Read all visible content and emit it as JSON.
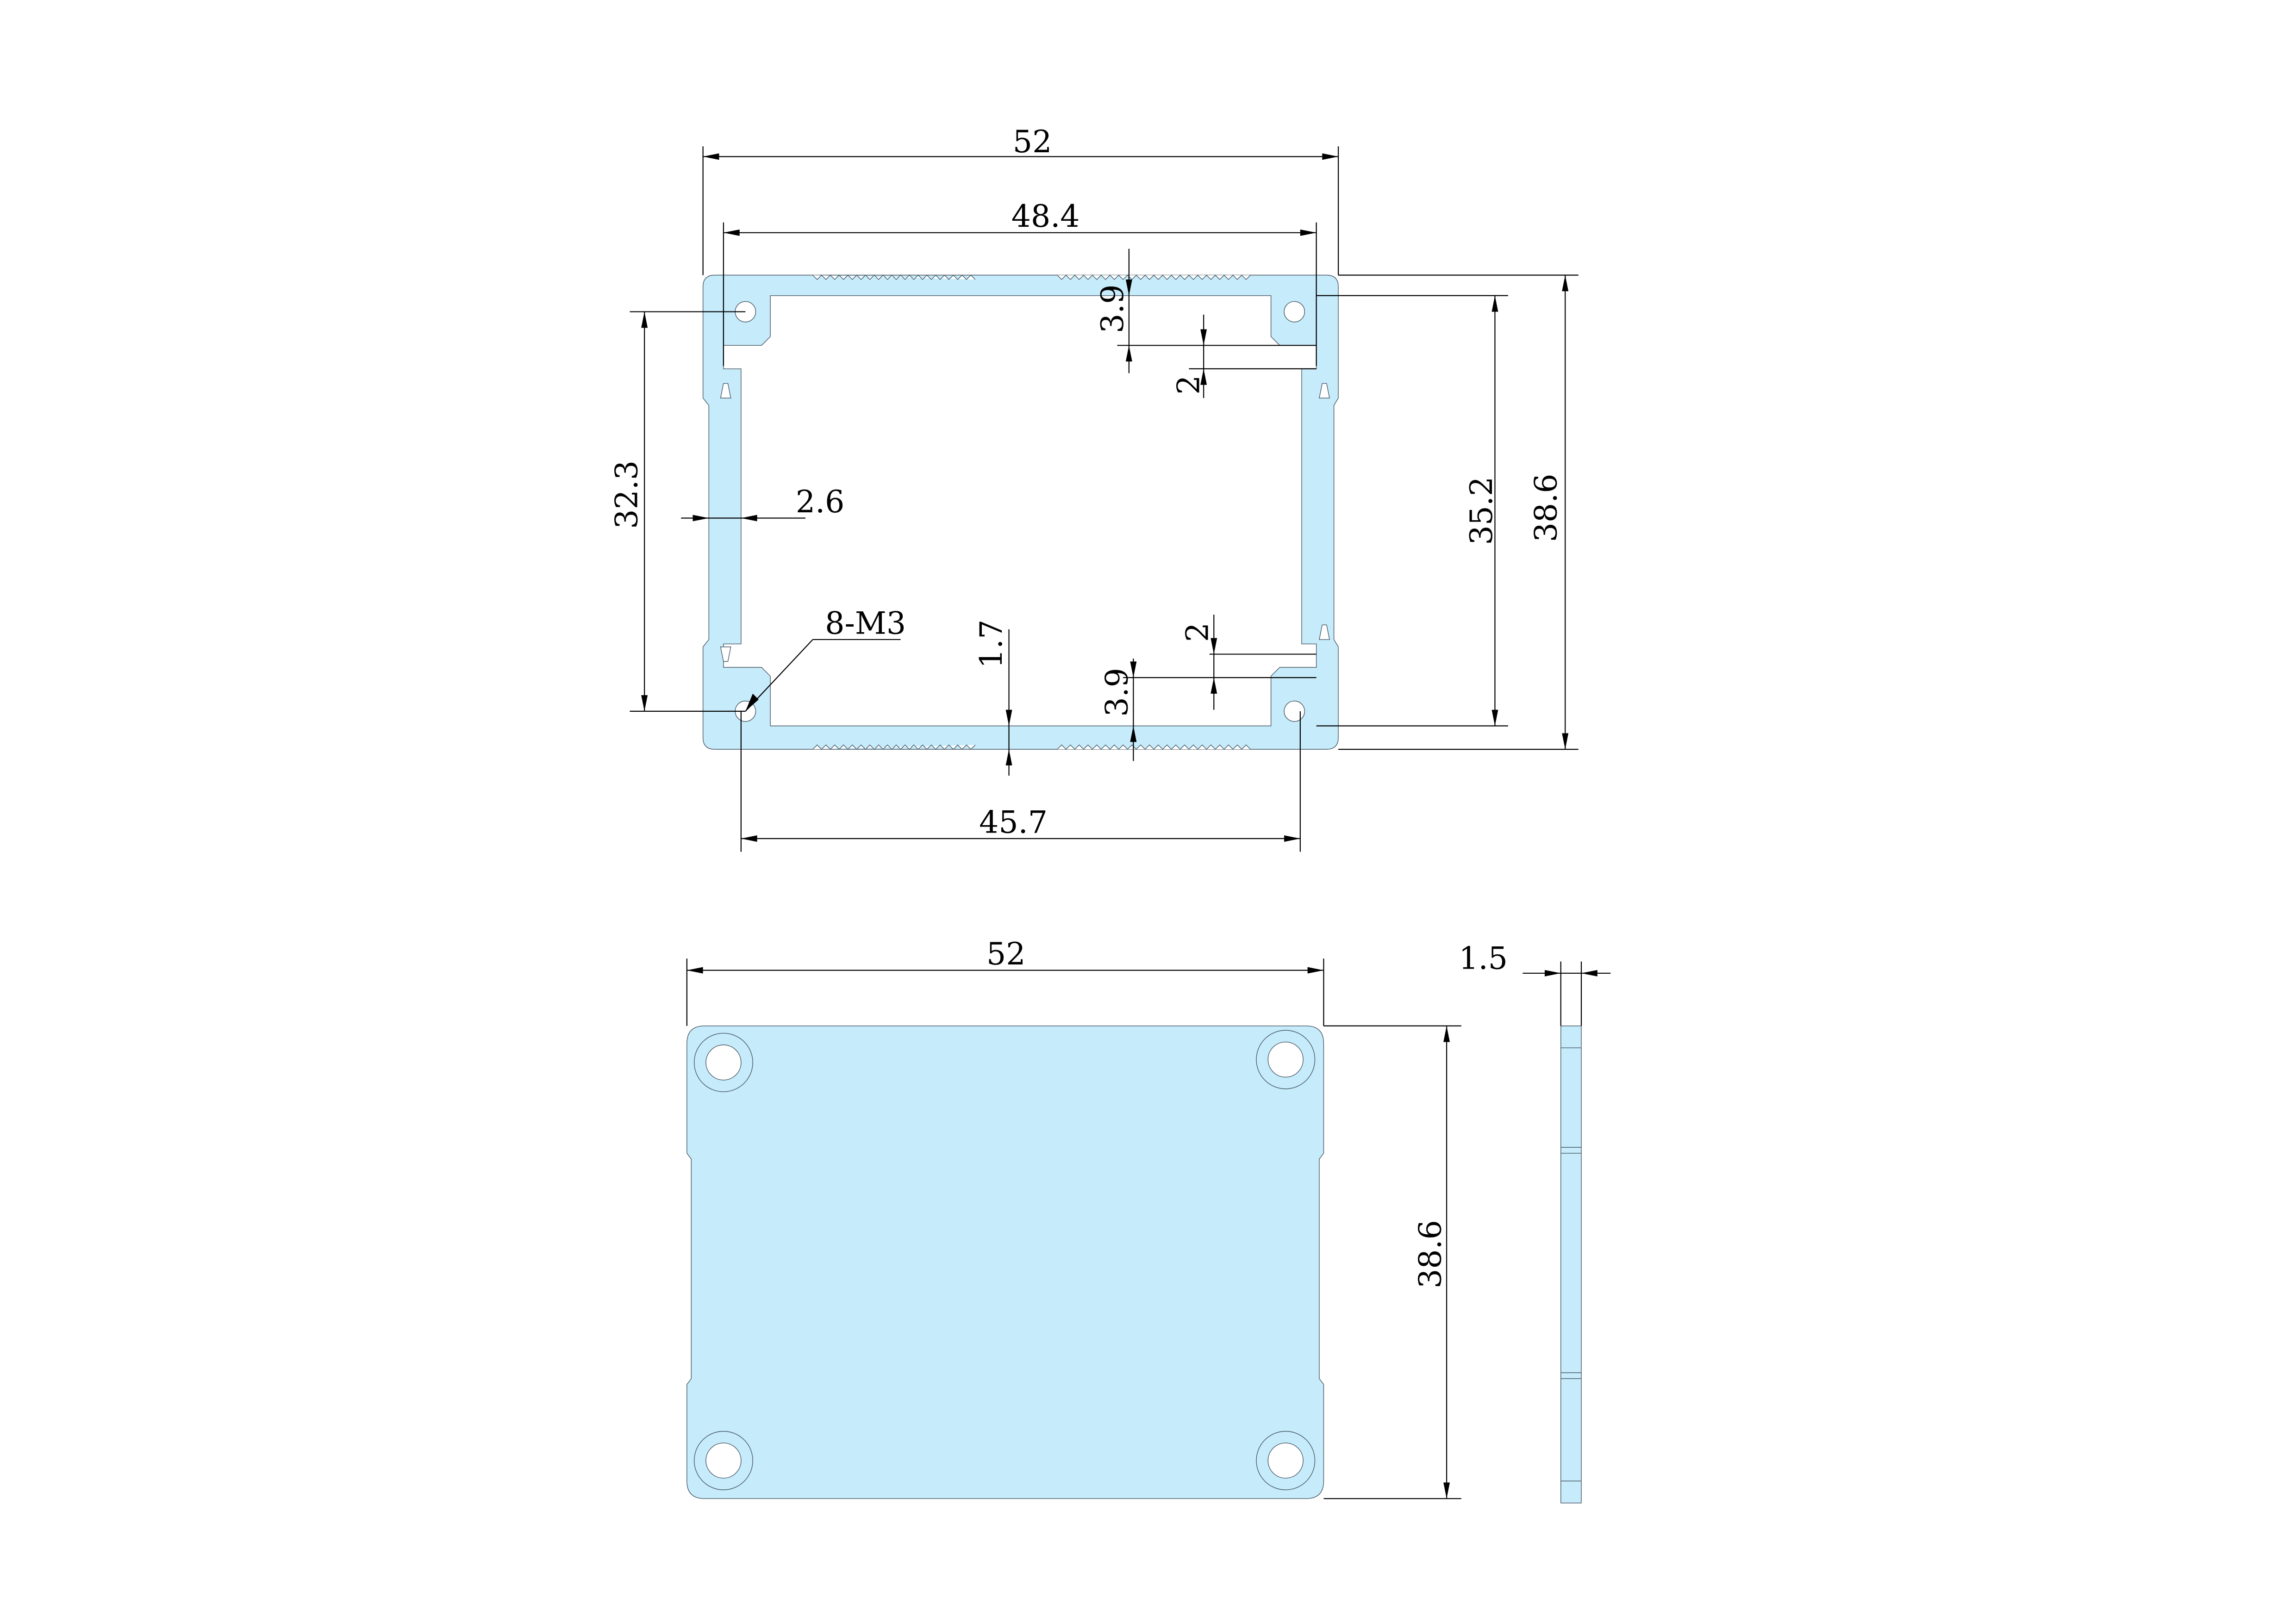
{
  "drawing": {
    "fill_color": "#c6ebfb",
    "line_color": "#000000",
    "profile": {
      "width": "52",
      "inner_width": "48.4",
      "top_slot_depth": "3.9",
      "top_slot_gap": "2",
      "inner_height": "35.2",
      "outer_height": "38.6",
      "screw_pitch_vertical": "32.3",
      "wall_thickness": "2.6",
      "screw_callout": "8-M3",
      "bottom_wall": "1.7",
      "bottom_slot_depth": "3.9",
      "bottom_slot_gap": "2",
      "screw_pitch_horizontal": "45.7"
    },
    "end_plate": {
      "width": "52",
      "height": "38.6",
      "thickness": "1.5"
    }
  }
}
